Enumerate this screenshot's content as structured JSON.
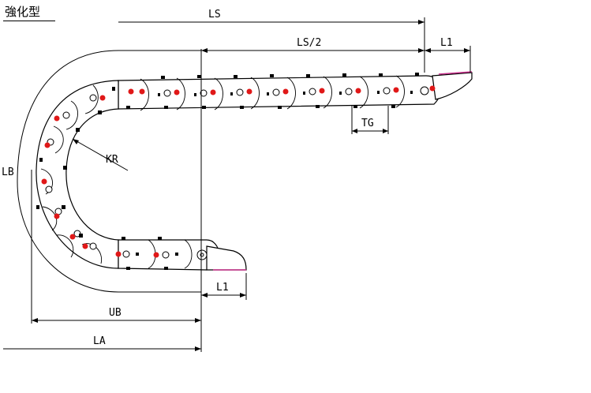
{
  "title": "強化型",
  "labels": {
    "ls": "LS",
    "ls_half": "LS/2",
    "l1_top": "L1",
    "l1_bottom": "L1",
    "tg": "TG",
    "kr": "KR",
    "lb": "LB",
    "ub": "UB",
    "la": "LA"
  },
  "colors": {
    "pin": "#e01818",
    "bracket_edge": "#c8308c",
    "line": "#000000"
  }
}
